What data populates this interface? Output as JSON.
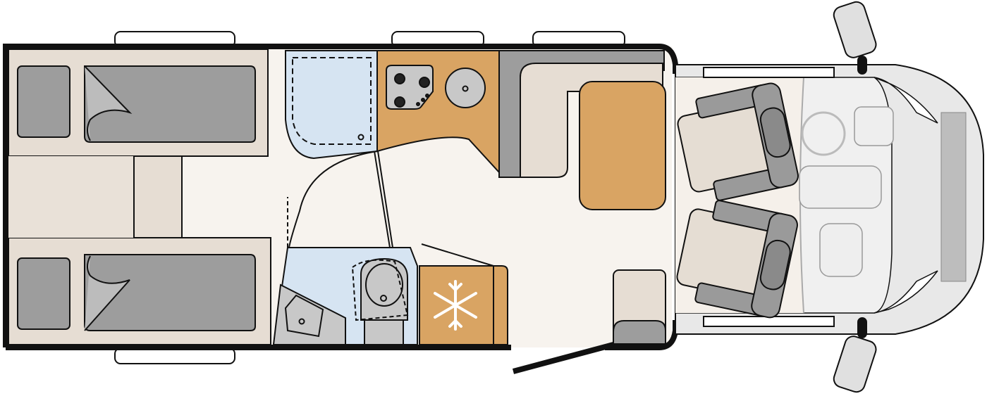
{
  "diagram": {
    "type": "motorhome-floor-plan",
    "colors": {
      "floor": "#f7f3ee",
      "wall": "#111111",
      "bed_frame": "#e6ddd3",
      "mattress": "#9d9d9d",
      "kitchen_wood": "#d9a463",
      "bathroom_blue": "#d6e4f2",
      "appliance_gray": "#c8c8c8",
      "seat_beige": "#e5ddd3",
      "seat_gray": "#9a9a9a",
      "cab_gray": "#e8e8e8",
      "snowflake": "#ffffff"
    },
    "zones": [
      "twin-beds",
      "shower",
      "kitchen",
      "washroom",
      "fridge",
      "dinette",
      "cab"
    ],
    "icons": [
      "snowflake-icon",
      "steering-wheel-icon",
      "stove-burner-icon",
      "sink-icon",
      "toilet-icon"
    ]
  }
}
